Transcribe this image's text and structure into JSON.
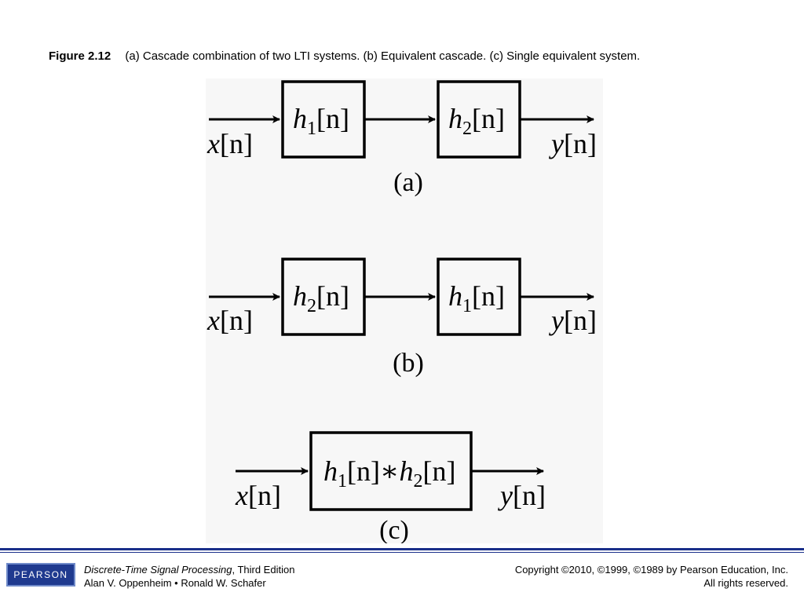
{
  "caption": {
    "figure_label": "Figure 2.12",
    "text": "(a) Cascade combination of two LTI systems. (b) Equivalent cascade. (c) Single equivalent system."
  },
  "diagrams": {
    "a": {
      "label": "(a)",
      "input": {
        "var": "x",
        "bracket": "[n]"
      },
      "output": {
        "var": "y",
        "bracket": "[n]"
      },
      "block1": {
        "var": "h",
        "sub": "1",
        "bracket": "[n]"
      },
      "block2": {
        "var": "h",
        "sub": "2",
        "bracket": "[n]"
      }
    },
    "b": {
      "label": "(b)",
      "input": {
        "var": "x",
        "bracket": "[n]"
      },
      "output": {
        "var": "y",
        "bracket": "[n]"
      },
      "block1": {
        "var": "h",
        "sub": "2",
        "bracket": "[n]"
      },
      "block2": {
        "var": "h",
        "sub": "1",
        "bracket": "[n]"
      }
    },
    "c": {
      "label": "(c)",
      "input": {
        "var": "x",
        "bracket": "[n]"
      },
      "output": {
        "var": "y",
        "bracket": "[n]"
      },
      "block": {
        "var1": "h",
        "sub1": "1",
        "bracket1": "[n]",
        "op": "∗",
        "var2": "h",
        "sub2": "2",
        "bracket2": "[n]"
      }
    }
  },
  "footer": {
    "logo_text": "PEARSON",
    "book_title": "Discrete-Time Signal Processing",
    "edition": ", Third Edition",
    "authors": "Alan V. Oppenheim • Ronald W. Schafer",
    "copyright": "Copyright ©2010, ©1999, ©1989 by Pearson Education, Inc.",
    "rights": "All rights reserved."
  },
  "colors": {
    "footer_rule": "#1a2f8a",
    "logo_background": "#1f3a8f"
  }
}
